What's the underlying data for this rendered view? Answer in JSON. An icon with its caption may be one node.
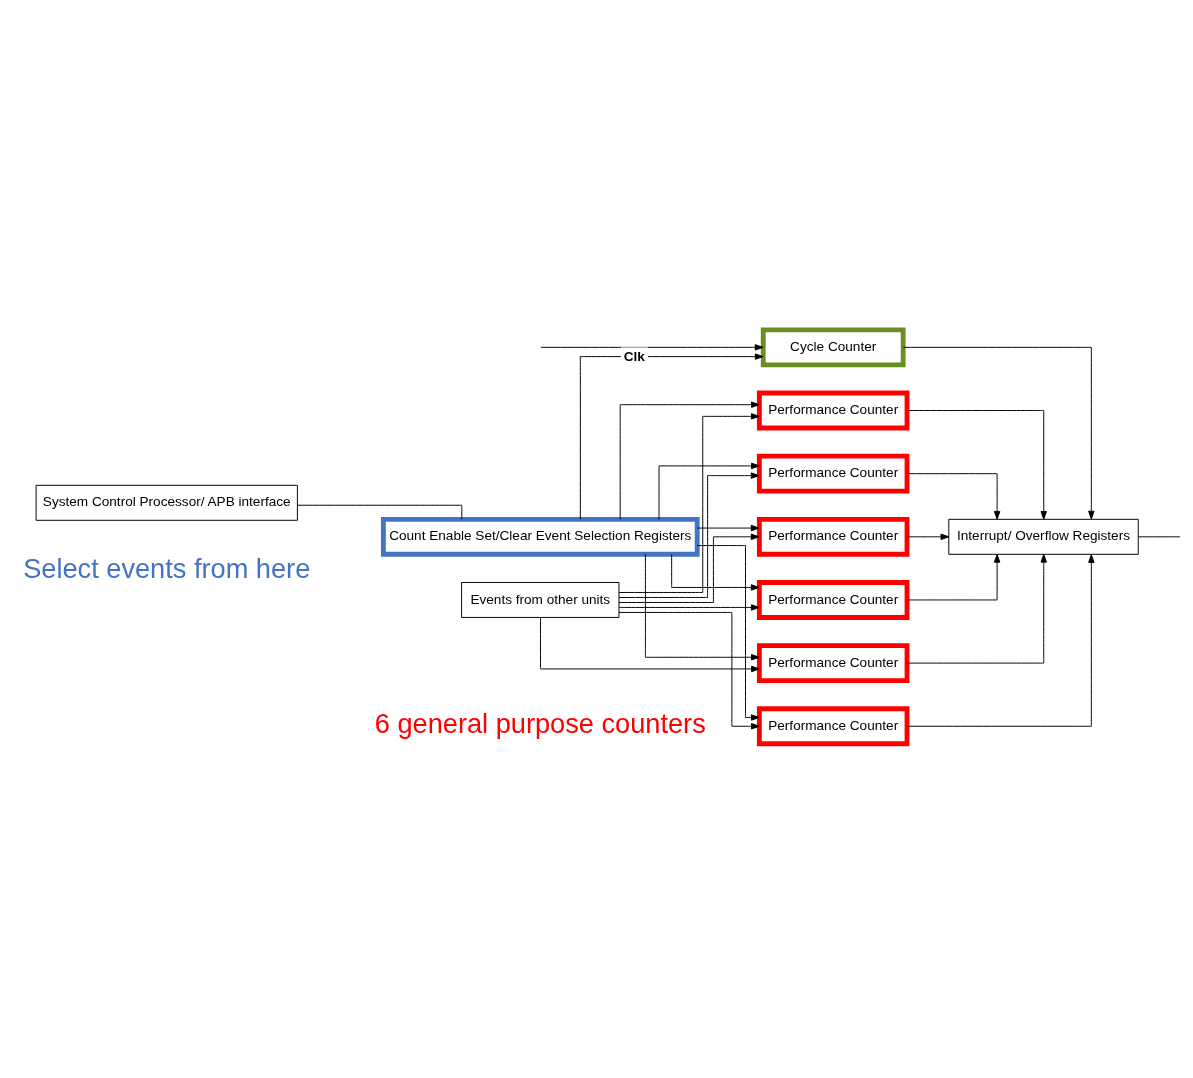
{
  "diagram": {
    "nodes": [
      {
        "text": [
          "System Control Processor/ APB interface"
        ]
      },
      {
        "text": [
          "Count Enable Set/Clear Event Selection Registers"
        ]
      },
      {
        "text": [
          "Cycle Counter"
        ]
      },
      {
        "text": [
          "Performance Counter"
        ]
      },
      {
        "text": [
          "Performance Counter"
        ]
      },
      {
        "text": [
          "Performance Counter"
        ]
      },
      {
        "text": [
          "Performance Counter"
        ]
      },
      {
        "text": [
          "Performance Counter"
        ]
      },
      {
        "text": [
          "Performance Counter"
        ]
      },
      {
        "text": [
          "Interrupt/ Overflow Registers"
        ]
      },
      {
        "text": [
          "Events from other units"
        ]
      }
    ],
    "edges": [
      {
        "from": 0,
        "to": 1,
        "arrow": "none"
      },
      {
        "from": null,
        "to": 2,
        "arrow": "to",
        "label": "Clk"
      },
      {
        "from": 1,
        "to": 2,
        "arrow": "to"
      },
      {
        "from": 1,
        "to": 3,
        "arrow": "to"
      },
      {
        "from": 1,
        "to": 4,
        "arrow": "to"
      },
      {
        "from": 1,
        "to": 5,
        "arrow": "to"
      },
      {
        "from": 1,
        "to": 6,
        "arrow": "to"
      },
      {
        "from": 1,
        "to": 7,
        "arrow": "to"
      },
      {
        "from": 1,
        "to": 8,
        "arrow": "to"
      },
      {
        "from": 10,
        "to": 3,
        "arrow": "to"
      },
      {
        "from": 10,
        "to": 4,
        "arrow": "to"
      },
      {
        "from": 10,
        "to": 5,
        "arrow": "to"
      },
      {
        "from": 10,
        "to": 6,
        "arrow": "to"
      },
      {
        "from": 10,
        "to": 7,
        "arrow": "to"
      },
      {
        "from": 10,
        "to": 8,
        "arrow": "to"
      },
      {
        "from": 2,
        "to": 9,
        "arrow": "to"
      },
      {
        "from": 3,
        "to": 9,
        "arrow": "to"
      },
      {
        "from": 4,
        "to": 9,
        "arrow": "to"
      },
      {
        "from": 5,
        "to": 9,
        "arrow": "to"
      },
      {
        "from": 6,
        "to": 9,
        "arrow": "to"
      },
      {
        "from": 7,
        "to": 9,
        "arrow": "to"
      },
      {
        "from": 8,
        "to": 9,
        "arrow": "to"
      },
      {
        "from": 9,
        "to": null,
        "arrow": "none"
      }
    ],
    "labels": [
      "Select events from here",
      "6 general purpose counters"
    ]
  }
}
